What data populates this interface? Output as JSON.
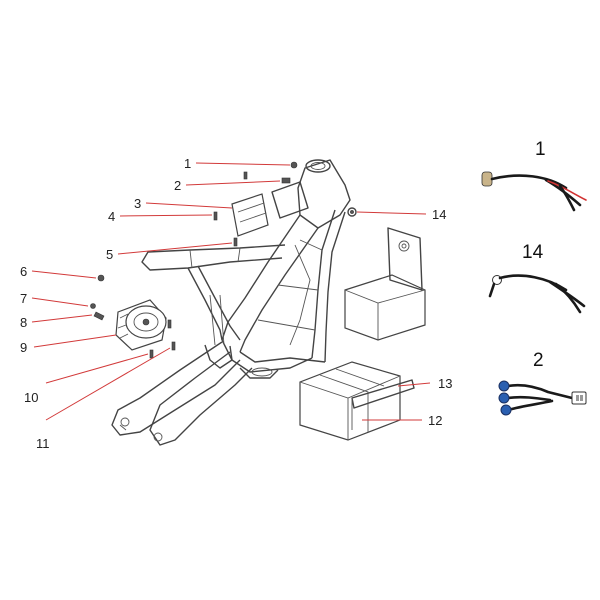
{
  "callouts": {
    "c1": "1",
    "c2": "2",
    "c3": "3",
    "c4": "4",
    "c5": "5",
    "c6": "6",
    "c7": "7",
    "c8": "8",
    "c9": "9",
    "c10": "10",
    "c11": "11",
    "c12": "12",
    "c13": "13",
    "c14": "14"
  },
  "insets": {
    "harness_1": "1",
    "harness_14": "14",
    "harness_2": "2"
  },
  "colors": {
    "leader": "#d23a3a",
    "line_art": "#444444",
    "wire": "#1a1a1a",
    "wire_accent": "#d23333",
    "connector": "#2a5fb0"
  }
}
